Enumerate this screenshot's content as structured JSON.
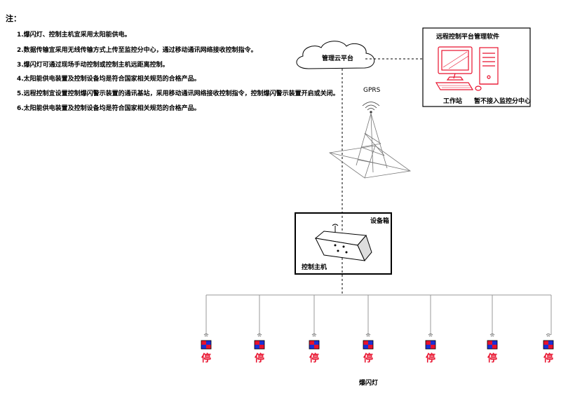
{
  "notes": {
    "title": "注：",
    "items": [
      "1.爆闪灯、控制主机宜采用太阳能供电。",
      "2.数据传输宜采用无线传输方式上传至监控分中心，通过移动通讯网络接收控制指令。",
      "3.爆闪灯可通过现场手动控制或控制主机远距离控制。",
      "4.太阳能供电装置及控制设备均是符合国家相关规范的合格产品。",
      "5.远程控制宜设置控制爆闪警示装置的通讯基站，采用移动通讯网络接收控制指令，控制爆闪警示装置开启或关闭。",
      "6.太阳能供电装置及控制设备均是符合国家相关规范的合格产品。"
    ]
  },
  "cloud": {
    "label": "管理云平台"
  },
  "tower": {
    "label": "GPRS"
  },
  "remote": {
    "title": "远程控制平台管理软件",
    "workstation_label": "工作站",
    "center_label": "暂不接入监控分中心"
  },
  "equipment_box": {
    "title": "设备箱",
    "host_label": "控制主机"
  },
  "lamps": {
    "stop_char": "停",
    "label": "爆闪灯",
    "count": 7
  },
  "colors": {
    "lamp_red": "#e8112d",
    "lamp_blue": "#1a2fd6",
    "computer_red": "#e8112d"
  }
}
